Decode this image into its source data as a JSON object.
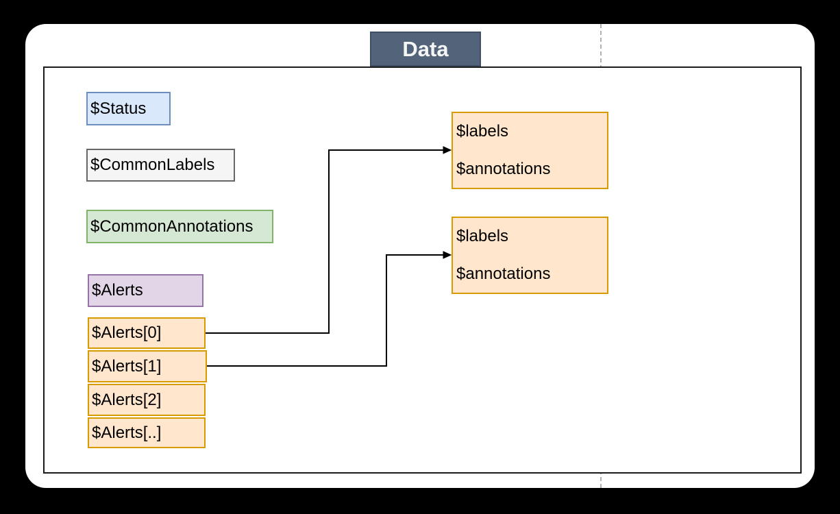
{
  "diagram": {
    "title": "Data",
    "nodes": [
      {
        "id": "status",
        "label": "$Status",
        "color": "blue"
      },
      {
        "id": "common-labels",
        "label": "$CommonLabels",
        "color": "gray"
      },
      {
        "id": "common-annotations",
        "label": "$CommonAnnotations",
        "color": "green"
      },
      {
        "id": "alerts",
        "label": "$Alerts",
        "color": "purple"
      },
      {
        "id": "alerts-0",
        "label": "$Alerts[0]",
        "color": "orange"
      },
      {
        "id": "alerts-1",
        "label": "$Alerts[1]",
        "color": "orange"
      },
      {
        "id": "alerts-2",
        "label": "$Alerts[2]",
        "color": "orange"
      },
      {
        "id": "alerts-rest",
        "label": "$Alerts[..]",
        "color": "orange"
      }
    ],
    "detail_boxes": [
      {
        "id": "alert-0-fields",
        "lines": [
          "$labels",
          "$annotations"
        ],
        "color": "orange"
      },
      {
        "id": "alert-1-fields",
        "lines": [
          "$labels",
          "$annotations"
        ],
        "color": "orange"
      }
    ],
    "edges": [
      {
        "from": "alerts-0",
        "to": "alert-0-fields"
      },
      {
        "from": "alerts-1",
        "to": "alert-1-fields"
      }
    ],
    "colors": {
      "blue": {
        "fill": "#dae8fc",
        "stroke": "#6c8ebf"
      },
      "gray": {
        "fill": "#f5f5f5",
        "stroke": "#666666"
      },
      "green": {
        "fill": "#d5e8d4",
        "stroke": "#82b366"
      },
      "purple": {
        "fill": "#e1d5e7",
        "stroke": "#9673a6"
      },
      "orange": {
        "fill": "#ffe6cc",
        "stroke": "#d79b00"
      },
      "title": {
        "fill": "#52637a",
        "stroke": "#3e4f63"
      },
      "title_text": "#ffffff",
      "edge": "#000000",
      "dashed_guide": "#b0b0b0"
    }
  }
}
